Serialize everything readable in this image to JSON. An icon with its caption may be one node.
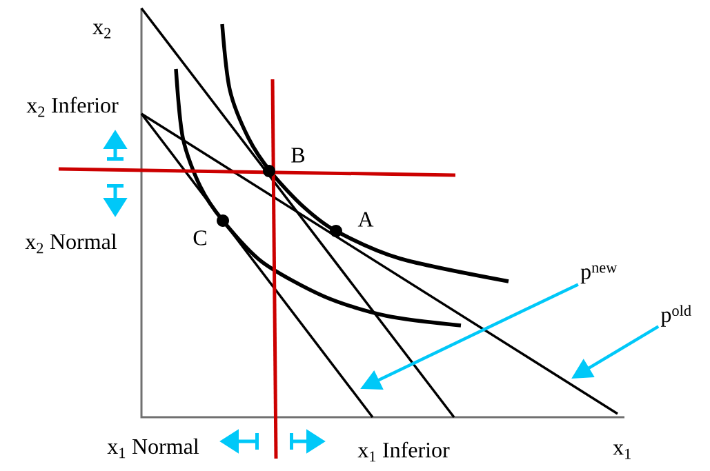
{
  "diagram": {
    "nodes": [
      {
        "text": [
          "p$^{new}$"
        ]
      },
      {
        "text": [
          "p$^{old}$"
        ]
      }
    ],
    "edges": [
      {
        "from": 0,
        "to": null,
        "arrow": "to",
        "color": "#00c8f8"
      },
      {
        "from": 1,
        "to": null,
        "arrow": "to",
        "color": "#00c8f8"
      }
    ],
    "labels": [
      "x$_{2}$",
      "x$_{2}$ Inferior",
      "B",
      "A",
      "x$_{2}$ Normal",
      "C",
      "x$_{1}$ Normal",
      "x$_{1}$ Inferior",
      "x$_{1}$"
    ]
  }
}
